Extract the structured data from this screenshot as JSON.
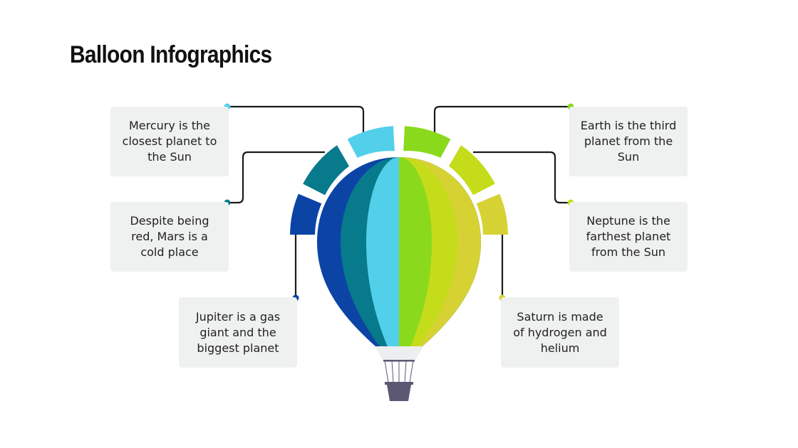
{
  "title": "Balloon Infographics",
  "colors": {
    "dark_blue": "#0c44a6",
    "teal": "#077a8c",
    "light_blue": "#52d0ea",
    "green": "#8ad91c",
    "lime": "#c5dc1a",
    "olive_yellow": "#d6d234",
    "card_bg": "#eff0f0",
    "connector": "#1a1a1a",
    "basket": "#5c5874",
    "skirt": "#eceef0"
  },
  "items": [
    {
      "planet": "Mercury",
      "text": "Mercury is the closest planet to the Sun",
      "lines": [
        "Mercury is the",
        "closest planet to",
        "the Sun"
      ],
      "color": "#52d0ea",
      "side": "left"
    },
    {
      "planet": "Mars",
      "text": "Despite being red, Mars is a cold place",
      "lines": [
        "Despite being",
        "red, Mars is a",
        "cold place"
      ],
      "color": "#077a8c",
      "side": "left"
    },
    {
      "planet": "Jupiter",
      "text": "Jupiter is a gas giant and the biggest planet",
      "lines": [
        "Jupiter is a gas",
        "giant and the",
        "biggest planet"
      ],
      "color": "#0c44a6",
      "side": "left"
    },
    {
      "planet": "Earth",
      "text": "Earth is the third planet from the Sun",
      "lines": [
        "Earth is the third",
        "planet from the",
        "Sun"
      ],
      "color": "#8ad91c",
      "side": "right"
    },
    {
      "planet": "Neptune",
      "text": "Neptune is the farthest planet from the Sun",
      "lines": [
        "Neptune is the",
        "farthest planet",
        "from the Sun"
      ],
      "color": "#c5dc1a",
      "side": "right"
    },
    {
      "planet": "Saturn",
      "text": "Saturn is made of hydrogen and helium",
      "lines": [
        "Saturn is made",
        "of hydrogen and",
        "helium"
      ],
      "color": "#d6d234",
      "side": "right"
    }
  ]
}
